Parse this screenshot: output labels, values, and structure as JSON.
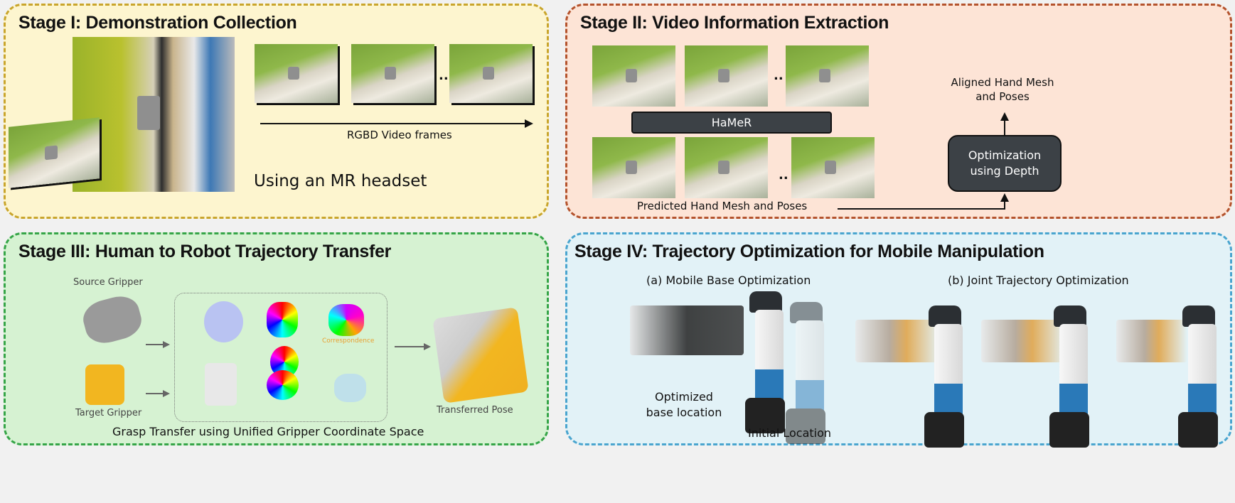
{
  "stage1": {
    "title": "Stage I: Demonstration Collection",
    "frames_caption": "RGBD Video frames",
    "ellipsis": "..",
    "headset_caption": "Using an MR headset"
  },
  "stage2": {
    "title": "Stage II: Video Information Extraction",
    "hamer_label": "HaMeR",
    "ellipsis": "..",
    "predicted_caption": "Predicted Hand Mesh and Poses",
    "optimization_label": "Optimization using Depth",
    "aligned_caption": "Aligned Hand Mesh and Poses"
  },
  "stage3": {
    "title": "Stage III: Human to Robot Trajectory Transfer",
    "source_label": "Source Gripper",
    "target_label": "Target Gripper",
    "correspondence_label": "Correspondence",
    "transferred_label": "Transferred Pose",
    "caption": "Grasp Transfer using Unified Gripper Coordinate Space"
  },
  "stage4": {
    "title": "Stage IV: Trajectory Optimization for Mobile Manipulation",
    "subtitle_a": "(a) Mobile Base Optimization",
    "subtitle_b": "(b) Joint Trajectory Optimization",
    "optimized_label": "Optimized base location",
    "initial_label": "Initial Location"
  },
  "colors": {
    "stage1_bg": "#fdf5cf",
    "stage1_border": "#c9a52c",
    "stage2_bg": "#fde4d6",
    "stage2_border": "#b4532d",
    "stage3_bg": "#d6f2d2",
    "stage3_border": "#36a548",
    "stage4_bg": "#e2f2f7",
    "stage4_border": "#4aa5cf"
  }
}
